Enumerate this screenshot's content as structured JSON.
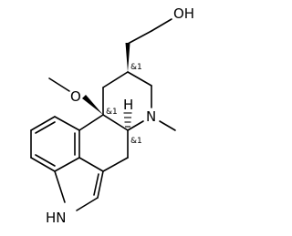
{
  "molecule": {
    "atoms": {
      "oh": "OH",
      "methoxy_o": "O",
      "n_methyl": "N",
      "nh": "HN",
      "h": "H"
    },
    "stereo_marks": {
      "c8": "&1",
      "c10": "&1",
      "c5": "&1"
    }
  }
}
